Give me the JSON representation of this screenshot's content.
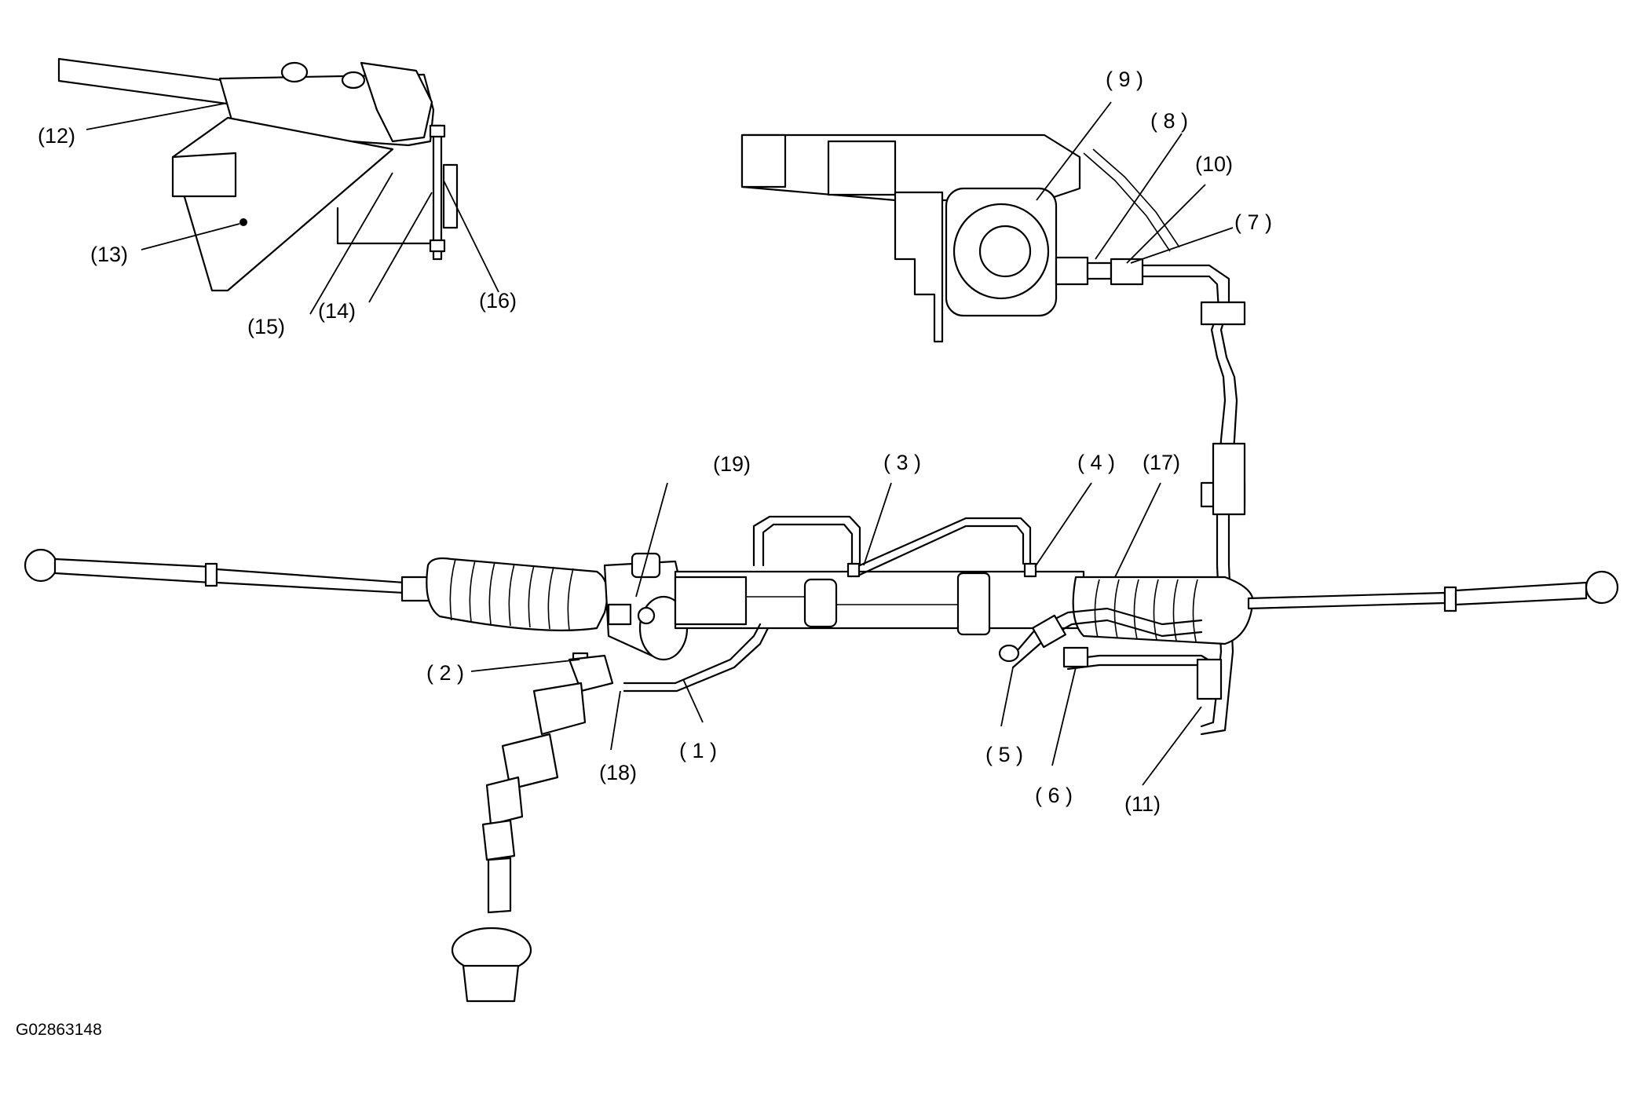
{
  "figure_code": "G02863148",
  "callouts": {
    "c1": "( 1 )",
    "c2": "( 2 )",
    "c3": "( 3 )",
    "c4": "( 4 )",
    "c5": "( 5 )",
    "c6": "( 6 )",
    "c7": "( 7 )",
    "c8": "( 8 )",
    "c9": "( 9 )",
    "c10": "(10)",
    "c11": "(11)",
    "c12": "(12)",
    "c13": "(13)",
    "c14": "(14)",
    "c15": "(15)",
    "c16": "(16)",
    "c17": "(17)",
    "c18": "(18)",
    "c19": "(19)"
  }
}
